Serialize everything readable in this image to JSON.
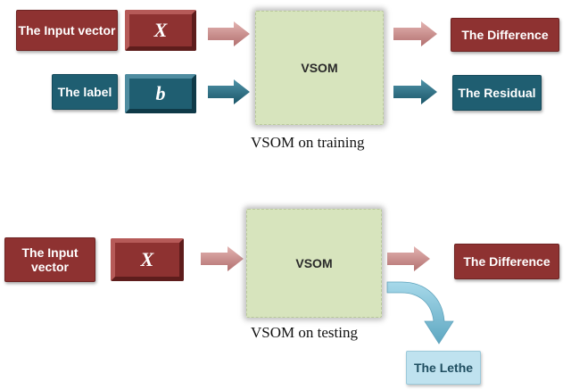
{
  "training": {
    "input_label": "The Input vector",
    "x_symbol": "X",
    "label_label": "The label",
    "b_symbol": "b",
    "vsom": "VSOM",
    "difference": "The Difference",
    "residual": "The Residual",
    "caption": "VSOM on training"
  },
  "testing": {
    "input_label": "The Input vector",
    "x_symbol": "X",
    "vsom": "VSOM",
    "difference": "The Difference",
    "lethe": "The Lethe",
    "caption": "VSOM on testing"
  },
  "colors": {
    "red": "#8e3231",
    "teal": "#1f5e71",
    "vsom_fill": "#d7e4bd",
    "lethe_fill": "#bfe2ef",
    "pink_arrow": "#c98b8a",
    "teal_arrow": "#2b6f84",
    "light_blue_arrow": "#7cbad0"
  }
}
